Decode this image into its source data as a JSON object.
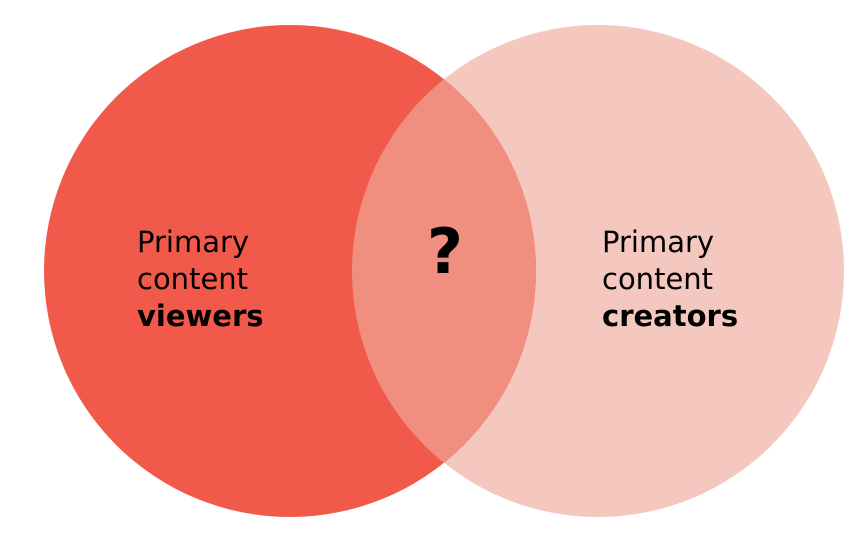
{
  "colors": {
    "left_circle": "#f15a4a",
    "right_circle": "#f5c8bf",
    "intersection": "#f08f80",
    "text": "#000000"
  },
  "left_set": {
    "line1": "Primary",
    "line2": "content",
    "line3": "viewers"
  },
  "right_set": {
    "line1": "Primary",
    "line2": "content",
    "line3": "creators"
  },
  "intersection": {
    "label": "?"
  }
}
